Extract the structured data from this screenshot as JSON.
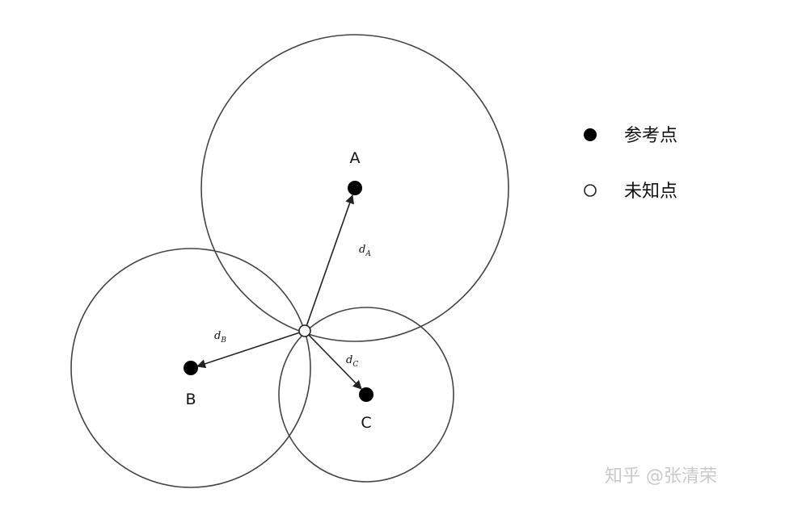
{
  "diagram": {
    "reference_points": [
      {
        "label": "A",
        "distance_label": "d",
        "distance_subscript": "A"
      },
      {
        "label": "B",
        "distance_label": "d",
        "distance_subscript": "B"
      },
      {
        "label": "C",
        "distance_label": "d",
        "distance_subscript": "C"
      }
    ]
  },
  "legend": {
    "reference": "参考点",
    "unknown": "未知点"
  },
  "watermark": "知乎 @张清荣"
}
